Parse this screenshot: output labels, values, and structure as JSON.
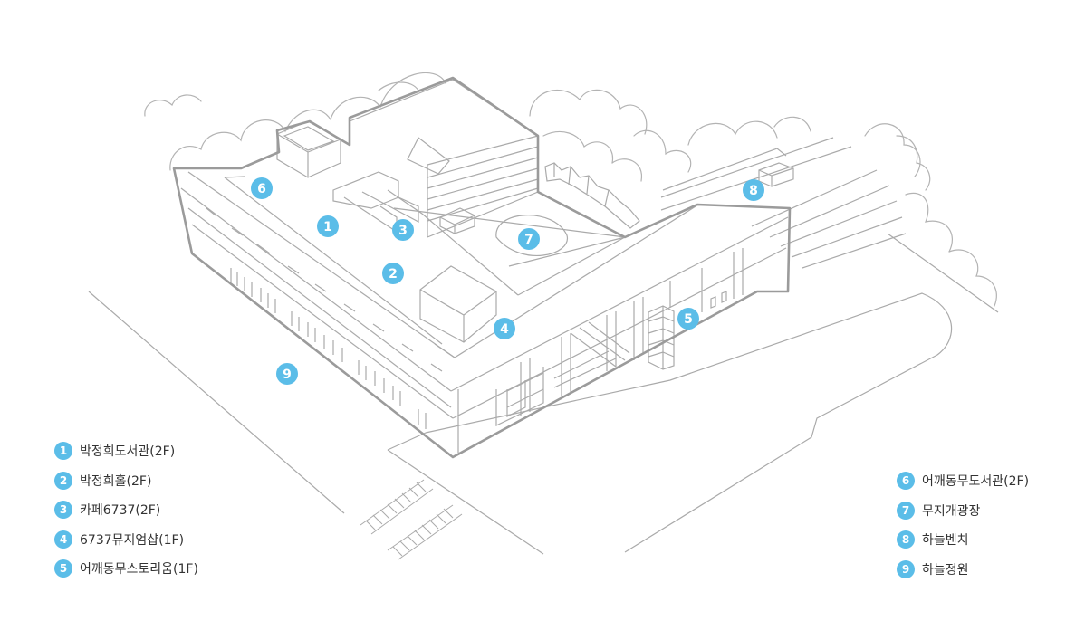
{
  "colors": {
    "marker": "#5bbde8",
    "outline": "#9b9b9b",
    "line": "#aaaaaa",
    "cloud": "#b3b3b3",
    "text": "#333333"
  },
  "markers": [
    {
      "num": "1"
    },
    {
      "num": "2"
    },
    {
      "num": "3"
    },
    {
      "num": "4"
    },
    {
      "num": "5"
    },
    {
      "num": "6"
    },
    {
      "num": "7"
    },
    {
      "num": "8"
    },
    {
      "num": "9"
    }
  ],
  "legend_left": [
    {
      "num": "1",
      "label": "박정희도서관(2F)"
    },
    {
      "num": "2",
      "label": "박정희홀(2F)"
    },
    {
      "num": "3",
      "label": "카페6737(2F)"
    },
    {
      "num": "4",
      "label": "6737뮤지엄샵(1F)"
    },
    {
      "num": "5",
      "label": "어깨동무스토리움(1F)"
    }
  ],
  "legend_right": [
    {
      "num": "6",
      "label": "어깨동무도서관(2F)"
    },
    {
      "num": "7",
      "label": "무지개광장"
    },
    {
      "num": "8",
      "label": "하늘벤치"
    },
    {
      "num": "9",
      "label": "하늘정원"
    }
  ]
}
